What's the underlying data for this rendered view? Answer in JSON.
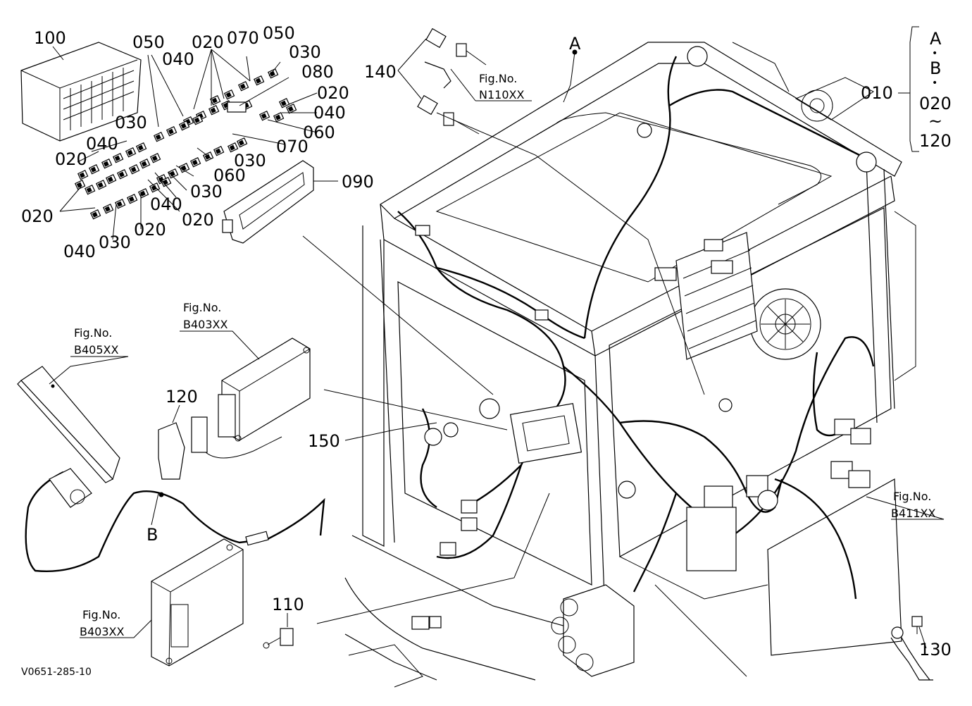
{
  "callouts": {
    "p100": "100",
    "p050a": "050",
    "p040a": "040",
    "p020a": "020",
    "p070a": "070",
    "p050b": "050",
    "p030a": "030",
    "p080": "080",
    "p020b": "020",
    "p040b": "040",
    "p060a": "060",
    "p030b": "030",
    "p070b": "070",
    "p040c": "040",
    "p020c": "020",
    "p030c": "030",
    "p060b": "060",
    "p030d": "030",
    "p040d": "040",
    "p020d": "020",
    "p020e": "020",
    "p020f": "020",
    "p030e": "030",
    "p040e": "040",
    "p090": "090",
    "p140": "140",
    "p120": "120",
    "p150": "150",
    "p110": "110",
    "p130": "130",
    "p010": "010"
  },
  "refs": {
    "fig_n110_label": "Fig.No.",
    "fig_n110_code": "N110XX",
    "fig_b403_top_label": "Fig.No.",
    "fig_b403_top_code": "B403XX",
    "fig_b405_label": "Fig.No.",
    "fig_b405_code": "B405XX",
    "fig_b403_bottom_label": "Fig.No.",
    "fig_b403_bottom_code": "B403XX",
    "fig_b411_label": "Fig.No.",
    "fig_b411_code": "B411XX"
  },
  "letters": {
    "A": "A",
    "B": "B"
  },
  "set_bracket": {
    "line1": "A",
    "dot1": "•",
    "line2": "B",
    "dot2": "•",
    "line3": "020",
    "tilde": "~",
    "line4": "120"
  },
  "drawing_code": "V0651-285-10"
}
